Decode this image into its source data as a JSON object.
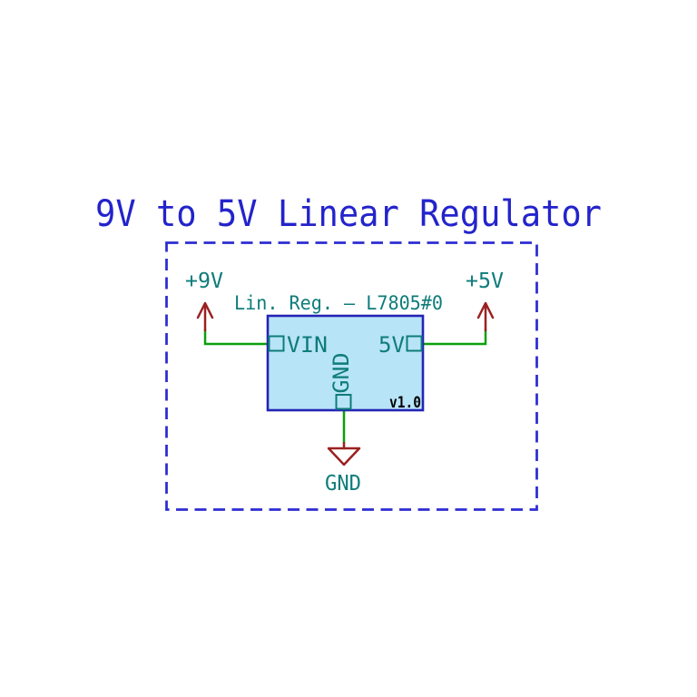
{
  "page": {
    "title": "9V to 5V Linear Regulator"
  },
  "colors": {
    "title_blue": "#2323CC",
    "border_blue": "#2D2DD2",
    "label_teal": "#0E7C7B",
    "wire_green": "#0AA00A",
    "symbol_red": "#9A2121",
    "component_fill": "#B8E4F8",
    "component_border": "#2424B4",
    "version_black": "#000000"
  },
  "icons": {
    "power_flag": "arrow-up-icon",
    "ground": "ground-triangle-icon"
  },
  "schematic": {
    "component": {
      "ref_label": "Lin. Reg. — L7805#0",
      "version_label": "v1.0",
      "pins": [
        {
          "name": "VIN",
          "side": "left"
        },
        {
          "name": "5V",
          "side": "right"
        },
        {
          "name": "GND",
          "side": "bottom"
        }
      ]
    },
    "power_labels": {
      "input": "+9V",
      "output": "+5V",
      "ground": "GND"
    }
  }
}
